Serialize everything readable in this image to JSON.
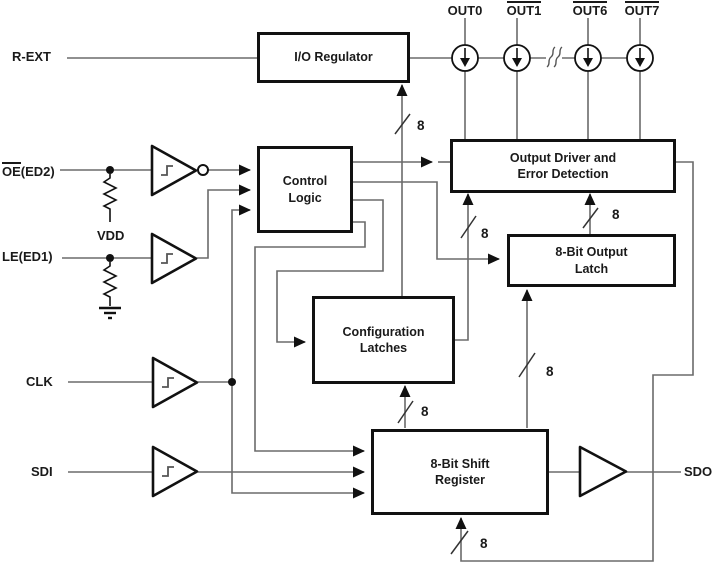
{
  "blocks": {
    "io_regulator": "I/O Regulator",
    "control_logic": "Control\nLogic",
    "config_latches": "Configuration\nLatches",
    "output_driver": "Output Driver and\nError Detection",
    "output_latch": "8-Bit Output\nLatch",
    "shift_register": "8-Bit Shift\nRegister"
  },
  "pins": {
    "r_ext": "R-EXT",
    "oe_bar": "OE",
    "oe_rest": "(ED2)",
    "le": "LE(ED1)",
    "clk": "CLK",
    "sdi": "SDI",
    "sdo": "SDO",
    "vdd": "VDD"
  },
  "outputs": [
    {
      "label": "OUT0",
      "overline": false
    },
    {
      "label": "OUT1",
      "overline": true
    },
    {
      "label": "OUT6",
      "overline": true
    },
    {
      "label": "OUT7",
      "overline": true
    }
  ],
  "bus_widths": {
    "to_io_regulator": "8",
    "config_to_driver": "8",
    "latch_to_driver": "8",
    "shift_to_latch": "8",
    "shift_to_config": "8",
    "error_feedback": "8"
  },
  "colors": {
    "wire": "#6b6b6b",
    "ink": "#1a1a1a"
  }
}
